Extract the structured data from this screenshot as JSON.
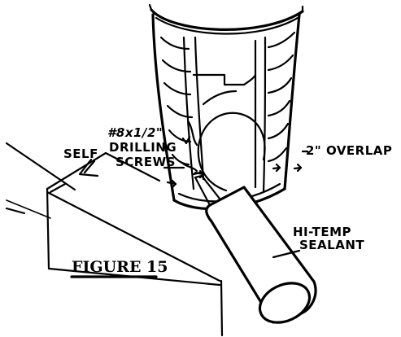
{
  "figure": {
    "title": "FIGURE 15"
  },
  "labels": {
    "screw_size": "#8x1/2\"",
    "screw_line1": "SELF",
    "screw_line2": "DRILLING",
    "screw_line3": "SCREWS",
    "overlap": "2\" OVERLAP",
    "sealant_line1": "HI-TEMP",
    "sealant_line2": "SEALANT"
  },
  "icons": {
    "pipe": "flue-pipe-illustration",
    "tube": "sealant-tube-illustration",
    "box": "stove-box-illustration"
  }
}
